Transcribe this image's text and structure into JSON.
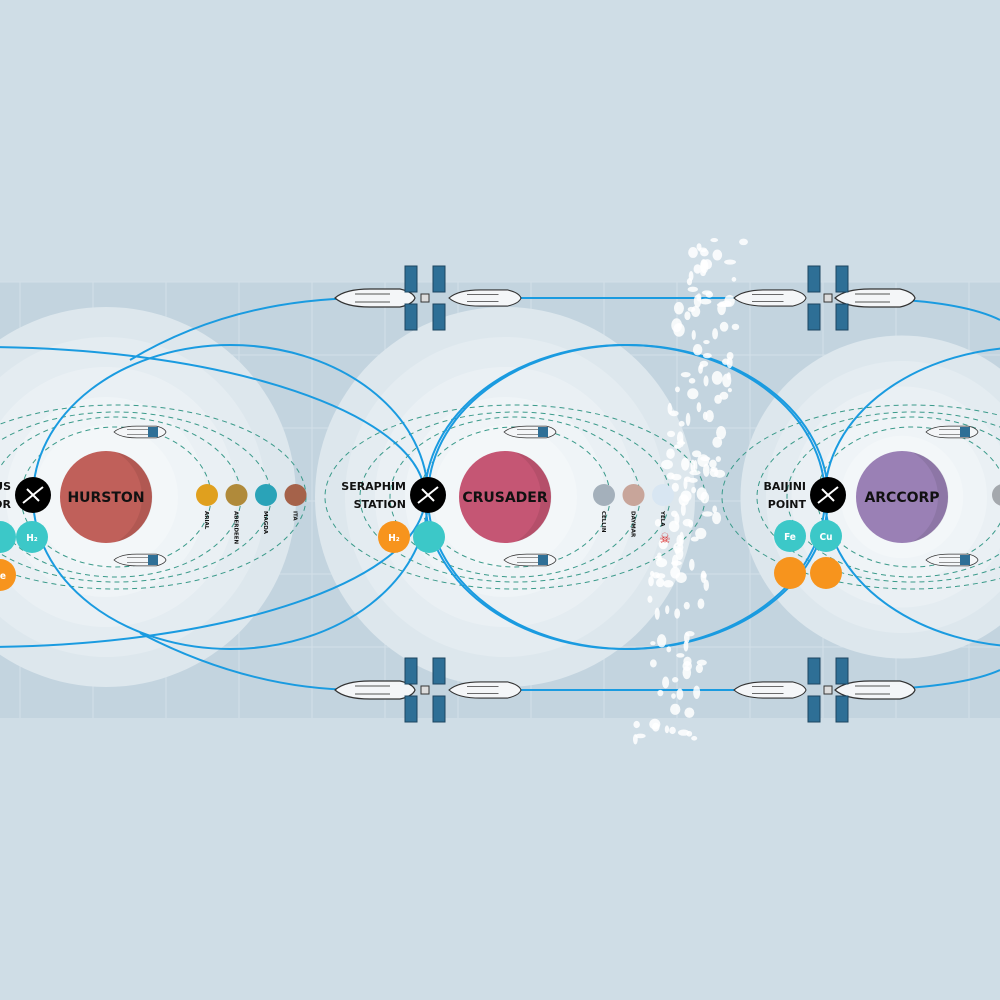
{
  "colors": {
    "background": "#cfdde6",
    "band": "#c3d4df",
    "route": "#1a9be0",
    "orbit": "#3a9a8a",
    "teal": "#3cc8c8",
    "orange": "#f7941d"
  },
  "planets": [
    {
      "name": "HURSTON",
      "color": "#c0605a",
      "moons": [
        {
          "name": "ARIAL",
          "color": "#e0a01e"
        },
        {
          "name": "ABERDEEN",
          "color": "#b08a3a"
        },
        {
          "name": "MAGDA",
          "color": "#2aa3b8"
        },
        {
          "name": "ITA",
          "color": "#a5624a"
        }
      ],
      "station": {
        "line1": "EVERUS",
        "line2": "HARBOR",
        "icon": "station-icon"
      }
    },
    {
      "name": "CRUSADER",
      "color": "#c55674",
      "moons": [
        {
          "name": "CELLIN",
          "color": "#a4b0bb"
        },
        {
          "name": "DAYMAR",
          "color": "#c8a59a"
        },
        {
          "name": "YELA",
          "color": "#d8e6f2"
        }
      ],
      "station": {
        "line1": "SERAPHIM",
        "line2": "STATION",
        "icon": "station-icon"
      }
    },
    {
      "name": "ARCCORP",
      "color": "#9a80b5",
      "moons": [],
      "station": {
        "line1": "BAIJINI",
        "line2": "POINT",
        "icon": "station-icon"
      }
    }
  ],
  "resources": {
    "hydrogen": "H₂",
    "iron": "Fe",
    "copper": "Cu"
  },
  "hazard": "pirate-skull-icon"
}
